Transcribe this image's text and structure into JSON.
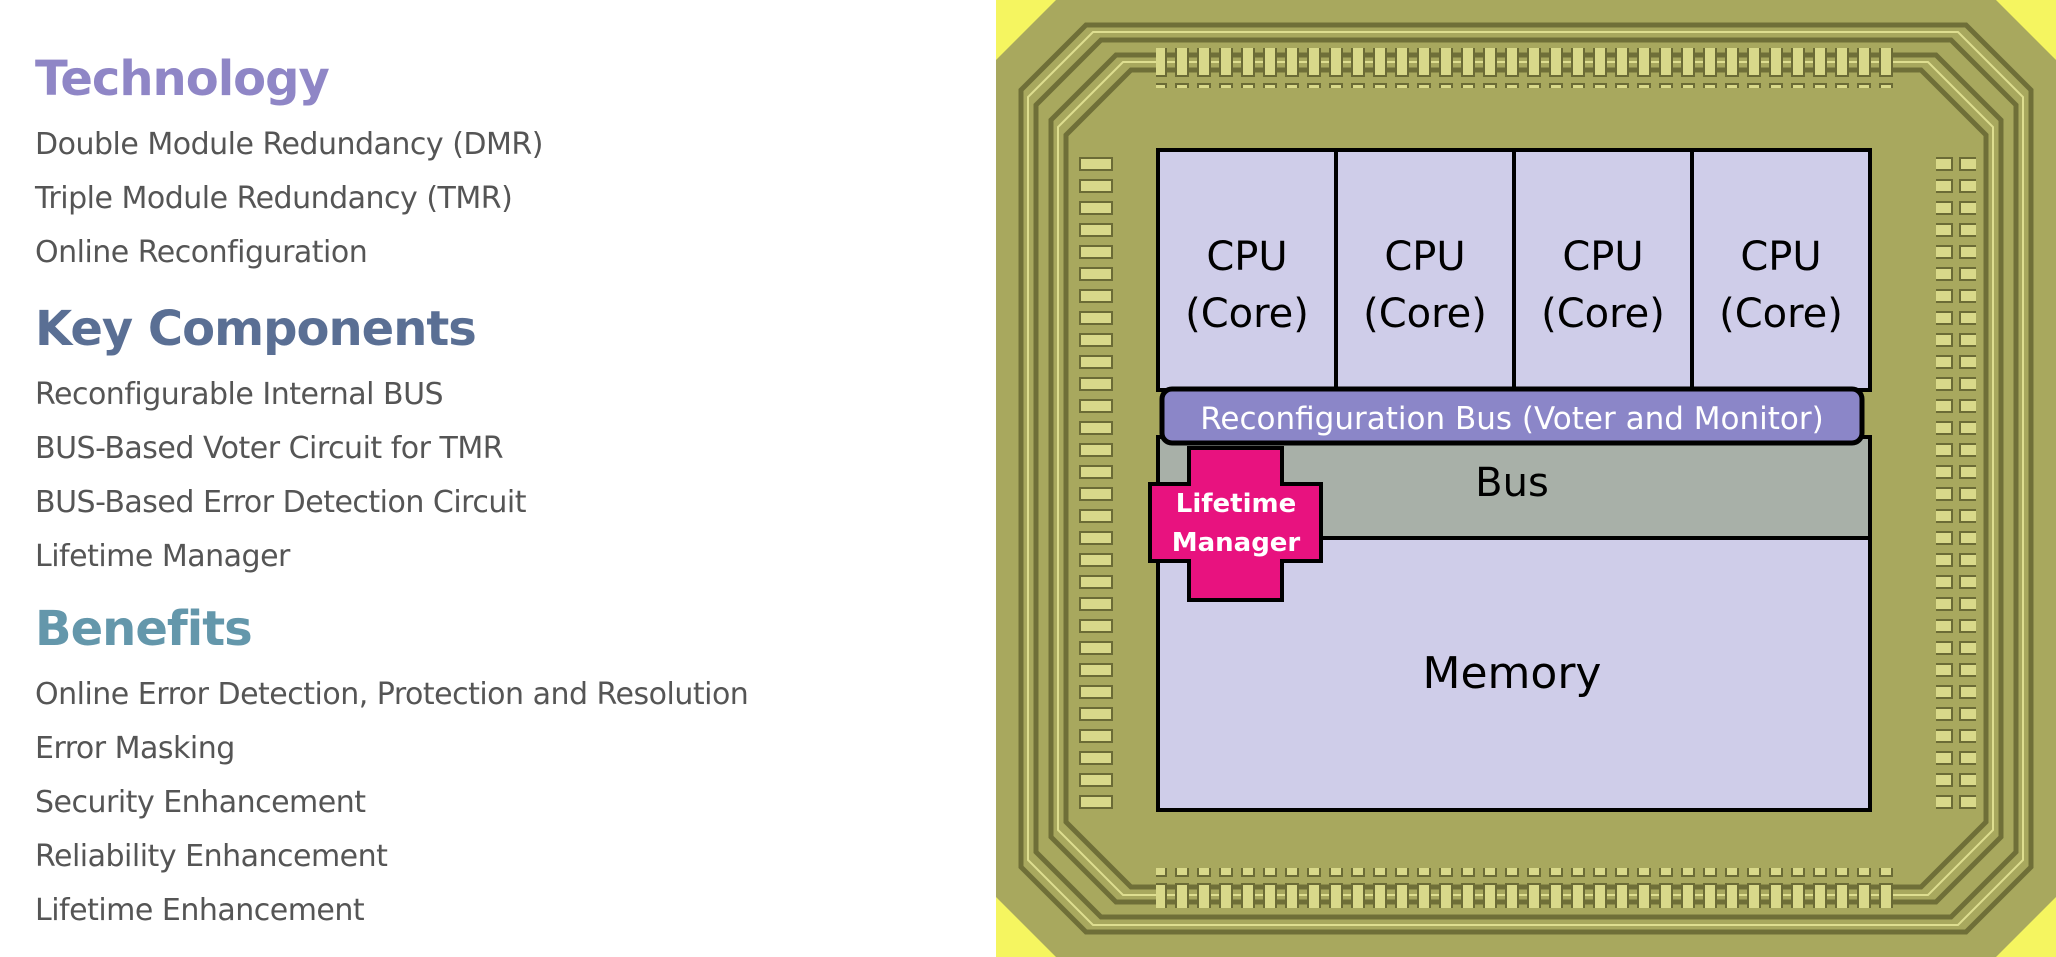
{
  "colors": {
    "technology_heading": "#8f86c6",
    "key_components_heading": "#5a6f94",
    "benefits_heading": "#6497ab",
    "body_text": "#555555",
    "cpu_fill": "#cfcde9",
    "memory_fill": "#cfcde9",
    "reconfig_bus_fill": "#8b86c8",
    "bus_fill": "#a8b0a8",
    "lifetime_manager_fill": "#e8127f",
    "die_background": "#a8a85e",
    "die_corner_yellow": "#f5f560"
  },
  "sections": [
    {
      "heading": "Technology",
      "items": [
        "Double Module Redundancy (DMR)",
        "Triple Module Redundancy (TMR)",
        "Online Reconfiguration"
      ]
    },
    {
      "heading": "Key Components",
      "items": [
        "Reconfigurable Internal BUS",
        "BUS-Based Voter Circuit for TMR",
        "BUS-Based Error Detection Circuit",
        "Lifetime Manager"
      ]
    },
    {
      "heading": "Benefits",
      "items": [
        "Online Error Detection, Protection and Resolution",
        "Error Masking",
        "Security Enhancement",
        "Reliability Enhancement",
        "Lifetime Enhancement"
      ]
    }
  ],
  "diagram": {
    "cpus": [
      {
        "line1": "CPU",
        "line2": "(Core)"
      },
      {
        "line1": "CPU",
        "line2": "(Core)"
      },
      {
        "line1": "CPU",
        "line2": "(Core)"
      },
      {
        "line1": "CPU",
        "line2": "(Core)"
      }
    ],
    "reconfiguration_bus": "Reconfiguration Bus (Voter and Monitor)",
    "bus": "Bus",
    "lifetime_manager": {
      "line1": "Lifetime",
      "line2": "Manager"
    },
    "memory": "Memory"
  }
}
